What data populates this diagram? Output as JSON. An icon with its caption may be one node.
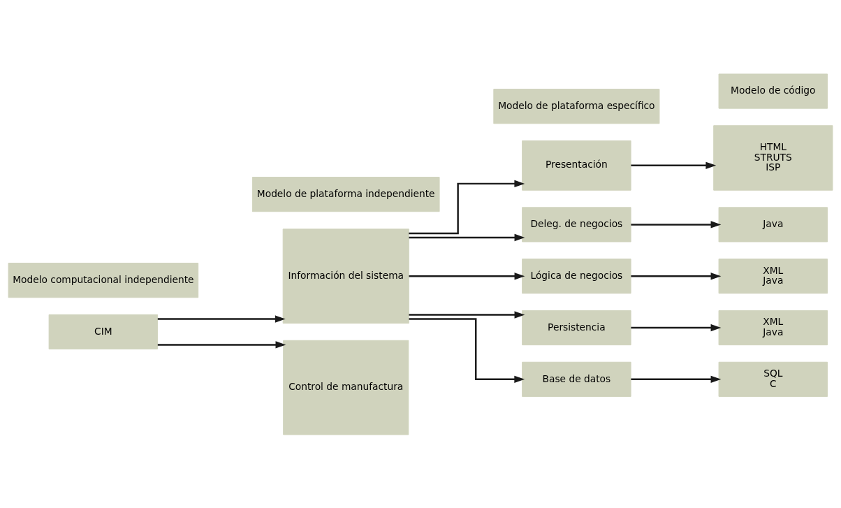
{
  "diagram": {
    "nodes": [
      {
        "text": [
          "Modelo computacional independiente"
        ]
      },
      {
        "text": [
          "Modelo de plataforma independiente"
        ]
      },
      {
        "text": [
          "Modelo de plataforma específico"
        ]
      },
      {
        "text": [
          "Modelo de código"
        ]
      },
      {
        "text": [
          "CIM"
        ]
      },
      {
        "text": [
          "Información del sistema"
        ]
      },
      {
        "text": [
          "Control de manufactura"
        ]
      },
      {
        "text": [
          "Presentación"
        ]
      },
      {
        "text": [
          "Deleg. de negocios"
        ]
      },
      {
        "text": [
          "Lógica de negocios"
        ]
      },
      {
        "text": [
          "Persistencia"
        ]
      },
      {
        "text": [
          "Base de datos"
        ]
      },
      {
        "text": [
          "HTML STRUTS ISP"
        ]
      },
      {
        "text": [
          "Java"
        ]
      },
      {
        "text": [
          "XML Java"
        ]
      },
      {
        "text": [
          "XML Java"
        ]
      },
      {
        "text": [
          "SQL C"
        ]
      }
    ],
    "edges": [
      {
        "from": 4,
        "to": 5,
        "arrow": "to"
      },
      {
        "from": 4,
        "to": 6,
        "arrow": "to"
      },
      {
        "from": 5,
        "to": 7,
        "arrow": "to"
      },
      {
        "from": 5,
        "to": 8,
        "arrow": "to"
      },
      {
        "from": 5,
        "to": 9,
        "arrow": "to"
      },
      {
        "from": 5,
        "to": 10,
        "arrow": "to"
      },
      {
        "from": 5,
        "to": 11,
        "arrow": "to"
      },
      {
        "from": 7,
        "to": 12,
        "arrow": "to"
      },
      {
        "from": 8,
        "to": 13,
        "arrow": "to"
      },
      {
        "from": 9,
        "to": 14,
        "arrow": "to"
      },
      {
        "from": 10,
        "to": 15,
        "arrow": "to"
      },
      {
        "from": 11,
        "to": 16,
        "arrow": "to"
      }
    ]
  }
}
